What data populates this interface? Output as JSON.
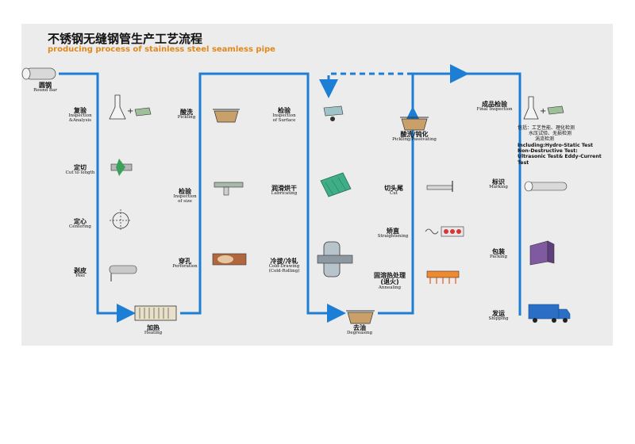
{
  "title": {
    "zh": "不锈钢无缝钢管生产工艺流程",
    "en": "producing process of stainless steel seamless pipe"
  },
  "steps": {
    "round_bar": {
      "zh": "圆钢",
      "en": "Round Bar"
    },
    "inspection": {
      "zh": "复验",
      "en1": "Inspection",
      "en2": "&Analysis"
    },
    "cut": {
      "zh": "定切",
      "en": "Cut to length"
    },
    "centering": {
      "zh": "定心",
      "en": "Centering"
    },
    "peel": {
      "zh": "剥皮",
      "en": "Peel"
    },
    "heating": {
      "zh": "加热",
      "en": "Heating"
    },
    "pickling": {
      "zh": "酸洗",
      "en": "Pickling"
    },
    "size_insp": {
      "zh": "检验",
      "en1": "Inspection",
      "en2": "of size"
    },
    "perforation": {
      "zh": "穿孔",
      "en": "Perforation"
    },
    "surface_insp": {
      "zh": "检验",
      "en1": "Inspection",
      "en2": "of Surface"
    },
    "lubricating": {
      "zh": "润滑烘干",
      "en": "Lubricating"
    },
    "cold_drawing": {
      "zh": "冷拔/冷轧",
      "en1": "Cold-Drawing",
      "en2": "(Cold-Rolling)"
    },
    "degreasing": {
      "zh": "去油",
      "en": "Degreasing"
    },
    "annealing": {
      "zh": "固溶热处理",
      "zh2": "(退火)",
      "en": "Annealing"
    },
    "straightening": {
      "zh": "矫直",
      "en": "Straightening"
    },
    "cut2": {
      "zh": "切头尾",
      "en": "Cut"
    },
    "pickling_passivating": {
      "zh": "酸洗/钝化",
      "en": "Pickling/Passivating"
    },
    "final_insp": {
      "zh": "成品检验",
      "en": "Final Inspection"
    },
    "marking": {
      "zh": "标识",
      "en": "Marking"
    },
    "packing": {
      "zh": "包装",
      "en": "Packing"
    },
    "shipping": {
      "zh": "发运",
      "en": "Shipping"
    }
  },
  "final_notes": {
    "zh1": "包括：工艺性能、理化检测",
    "zh2": "水压试验、无损检测",
    "zh3": "涡流检测",
    "en1": "Including:Hydro-Static Test",
    "en2": "Non-Destructive Test:",
    "en3": "Ultrasonic Test& Eddy-Current Test"
  },
  "colors": {
    "flow_line": "#1d7ed6",
    "title_en": "#e0891a",
    "panel": "#ececec"
  }
}
